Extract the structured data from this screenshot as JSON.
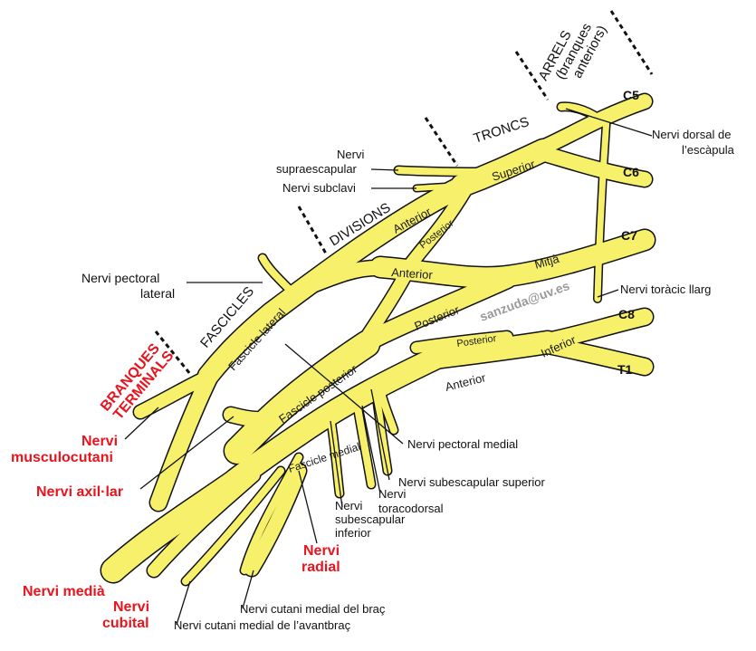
{
  "colors": {
    "nerve": "#f7f06a",
    "nerve_outline": "#1a1a1a",
    "terminal_label": "#e8141e",
    "label": "#111111",
    "watermark": "#9a9a9a"
  },
  "sections": {
    "arrels": [
      "ARRELS",
      "(branques",
      "anteriors)"
    ],
    "troncs": "TRONCS",
    "divisions": "DIVISIONS",
    "fascicles": "FASCICLES",
    "branques_terminals": [
      "BRANQUES",
      "TERMINALS"
    ]
  },
  "roots": [
    "C5",
    "C6",
    "C7",
    "C8",
    "T1"
  ],
  "on_nerve": {
    "superior": "Superior",
    "anterior_upper": "Anterior",
    "posterior_upper": "Posterior",
    "mitja": "Mitjà",
    "anterior_mid": "Anterior",
    "posterior_mid": "Posterior",
    "posterior_lower": "Posterior",
    "inferior": "Inferior",
    "anterior_lower": "Anterior",
    "fascicle_lateral": "Fascicle  lateral",
    "fascicle_posterior": "Fascicle  posterior",
    "fascicle_medial": "Fascicle  medial"
  },
  "labels": {
    "dorsal_escapula": [
      "Nervi dorsal de",
      "l’escàpula"
    ],
    "supraescapular": [
      "Nervi",
      "supraescapular"
    ],
    "subclavi": "Nervi subclavi",
    "pectoral_lateral": [
      "Nervi pectoral",
      "lateral"
    ],
    "toracic_llarg": "Nervi toràcic llarg",
    "pectoral_medial": "Nervi pectoral medial",
    "subescapular_superior": "Nervi subescapular superior",
    "toracodorsal": [
      "Nervi",
      "toracodorsal"
    ],
    "subescapular_inferior": [
      "Nervi",
      "subescapular",
      "inferior"
    ],
    "cutani_brac": "Nervi cutani medial del braç",
    "cutani_avantbrac": "Nervi cutani medial de l’avantbraç"
  },
  "terminal_labels": {
    "musculocutani": [
      "Nervi",
      "musculocutani"
    ],
    "axillar": "Nervi axil·lar",
    "radial": [
      "Nervi",
      "radial"
    ],
    "media": "Nervi medià",
    "cubital": [
      "Nervi",
      "cubital"
    ]
  },
  "watermark": "sanzuda@uv.es"
}
